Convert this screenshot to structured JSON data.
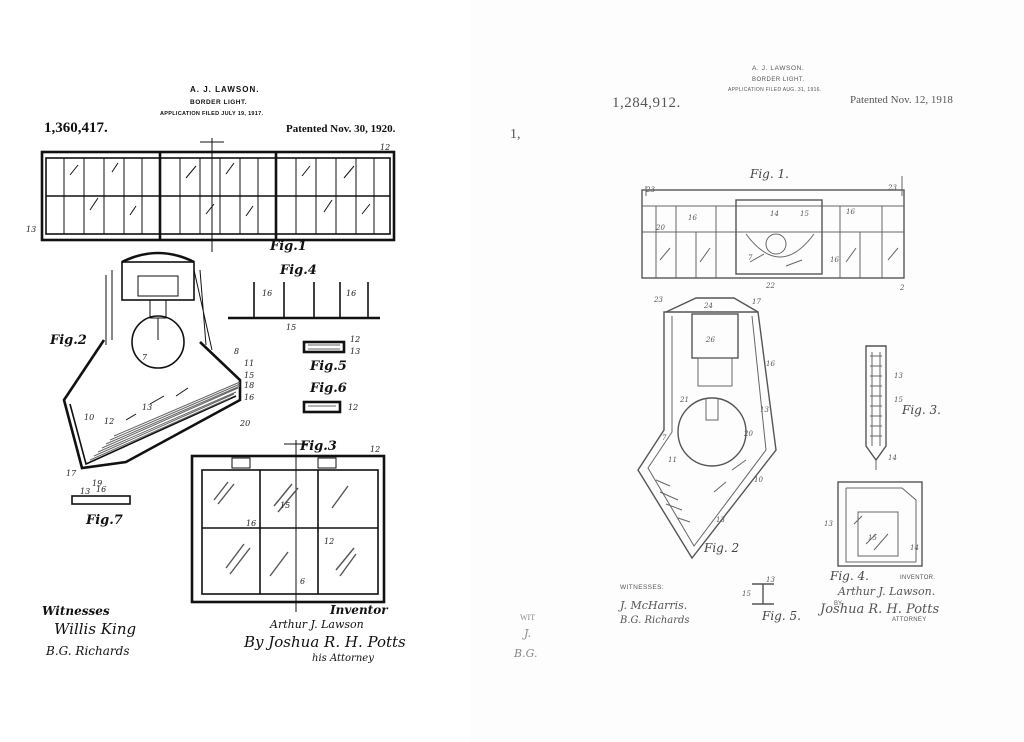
{
  "left_patent": {
    "inventor_name": "A. J. LAWSON.",
    "title": "BORDER LIGHT.",
    "application_filed": "APPLICATION FILED JULY 19, 1917.",
    "number": "1,360,417.",
    "patented": "Patented Nov. 30, 1920.",
    "figures": {
      "fig1": "Fig.1",
      "fig2": "Fig.2",
      "fig3": "Fig.3",
      "fig4": "Fig.4",
      "fig5": "Fig.5",
      "fig6": "Fig.6",
      "fig7": "Fig.7"
    },
    "witnesses_label": "Witnesses",
    "witness_1": "Willis King",
    "witness_2": "B.G. Richards",
    "inventor_label": "Inventor",
    "inventor_signature": "Arthur J. Lawson",
    "attorney_signature": "By Joshua R. H. Potts",
    "attorney_label": "his Attorney"
  },
  "right_patent": {
    "inventor_name": "A. J. LAWSON.",
    "title": "BORDER LIGHT.",
    "application_filed": "APPLICATION FILED AUG. 31, 1916.",
    "number": "1,284,912.",
    "patented": "Patented Nov. 12, 1918",
    "figures": {
      "fig1": "Fig. 1.",
      "fig2": "Fig. 2",
      "fig3": "Fig. 3.",
      "fig4": "Fig. 4.",
      "fig5": "Fig. 5."
    },
    "witnesses_label": "WITNESSES:",
    "witness_1": "J. McHarris.",
    "witness_2": "B.G. Richards",
    "inventor_label": "INVENTOR.",
    "inventor_signature": "Arthur J. Lawson.",
    "by_label": "BY",
    "attorney_signature": "Joshua R. H. Potts",
    "attorney_label": "ATTORNEY"
  },
  "bleed_through": {
    "mark": "1,",
    "wit": "WIT",
    "initial_1": "J.",
    "initial_2": "B.G."
  }
}
